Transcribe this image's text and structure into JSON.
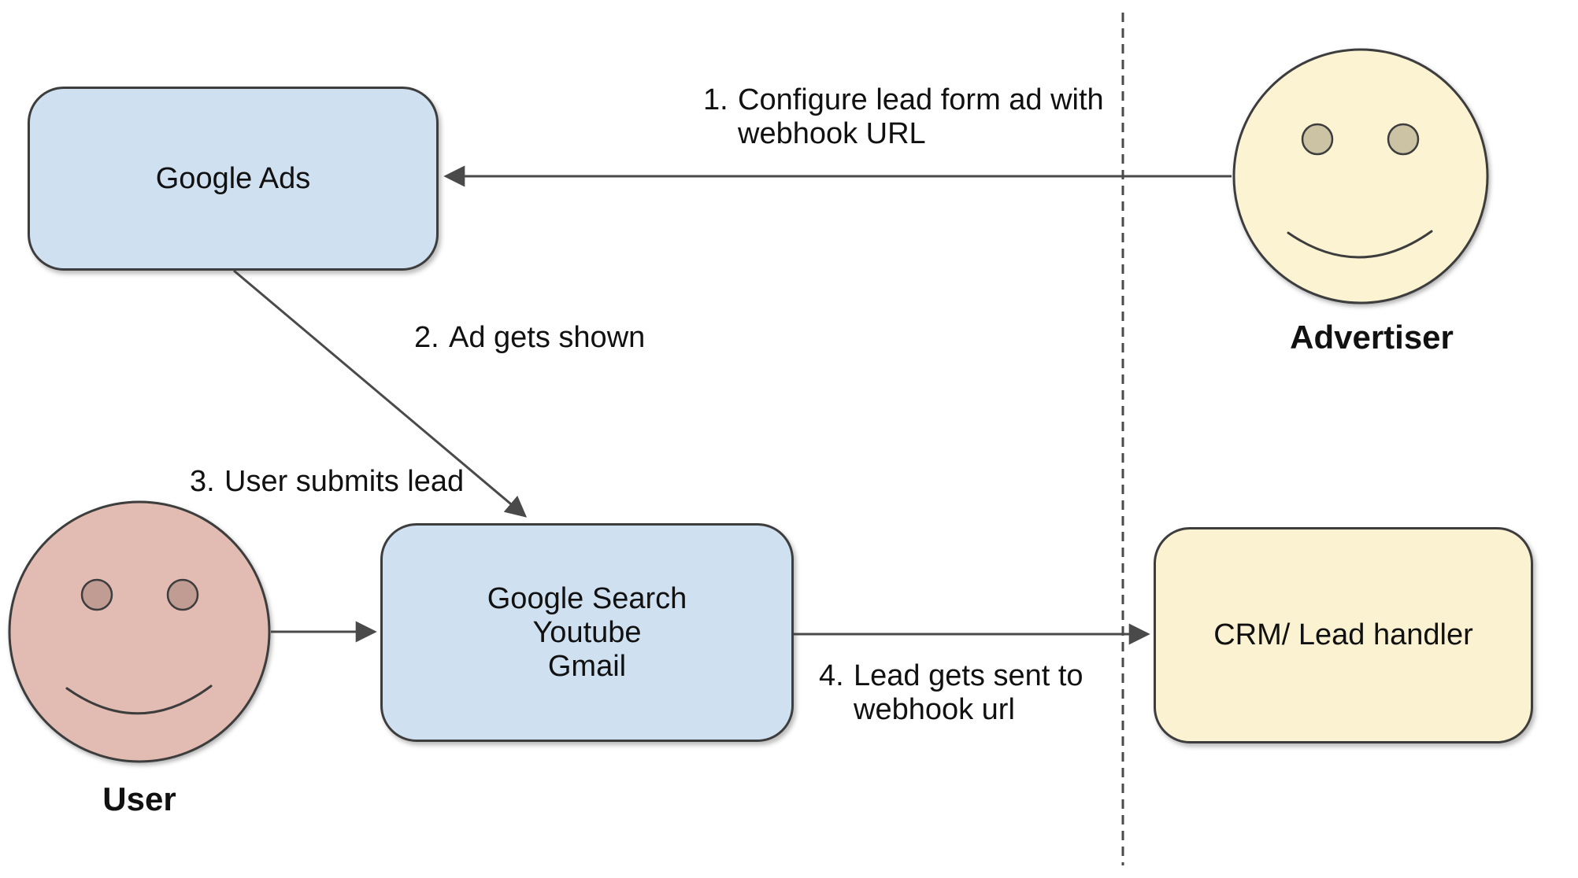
{
  "colors": {
    "background": "#ffffff",
    "text": "#111111",
    "stroke": "#3d3d3d",
    "line": "#4a4a4a",
    "node_blue": "#cfe0f0",
    "node_yellow": "#fbf2d2",
    "face_yellow": "#fcf3d3",
    "face_pink": "#e2bcb2",
    "eye_tan": "#cbc3a4",
    "eye_pink": "#c09c93"
  },
  "nodes": {
    "google_ads": {
      "label": "Google Ads"
    },
    "google_surfaces": {
      "lines": [
        "Google Search",
        "Youtube",
        "Gmail"
      ]
    },
    "crm": {
      "label": "CRM/ Lead handler"
    }
  },
  "actors": {
    "advertiser": {
      "label": "Advertiser"
    },
    "user": {
      "label": "User"
    }
  },
  "steps": [
    {
      "num": "1.",
      "line1": "Configure lead form ad with",
      "line2": "webhook URL"
    },
    {
      "num": "2.",
      "line1": "Ad gets shown",
      "line2": ""
    },
    {
      "num": "3.",
      "line1": "User submits lead",
      "line2": ""
    },
    {
      "num": "4.",
      "line1": "Lead gets sent to",
      "line2": "webhook url"
    }
  ]
}
